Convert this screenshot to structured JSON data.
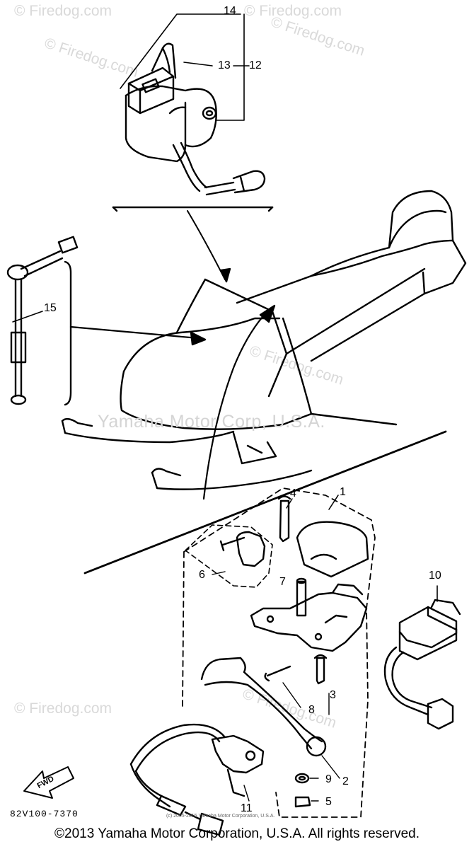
{
  "watermarks": {
    "wm1": "© Firedog.com",
    "wm2": "© Firedog.com",
    "wm3": "© Firedog.com",
    "wm4": "© Firedog.com",
    "wm5": "© Firedog.com",
    "wm6": "© Firedog.com",
    "wm7": "© Firedog.com",
    "yamaha": "Yamaha Motor Corp, U.S.A."
  },
  "callouts": {
    "c14": "14",
    "c13": "13",
    "c12": "12",
    "c15": "15",
    "c1": "1",
    "c4": "4",
    "c6": "6",
    "c7": "7",
    "c10": "10",
    "c3": "3",
    "c8": "8",
    "c9": "9",
    "c2": "2",
    "c5": "5",
    "c11": "11"
  },
  "fwd_label": "FWD",
  "part_code": "82V100-7370",
  "tiny_copyright": "(c) 2005-2015 Yamaha Motor Corporation, U.S.A.",
  "footer": "©2013 Yamaha Motor Corporation, U.S.A. All rights reserved."
}
